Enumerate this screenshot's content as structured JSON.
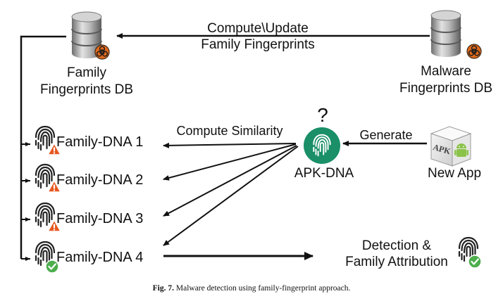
{
  "nodes": {
    "family_db": {
      "label_lines": [
        "Family",
        "Fingerprints DB"
      ]
    },
    "malware_db": {
      "label_lines": [
        "Malware",
        "Fingerprints DB"
      ]
    },
    "apk_dna": {
      "label": "APK-DNA",
      "question_mark": "?"
    },
    "new_app": {
      "label": "New App",
      "box_text": "APK"
    },
    "family_dna": [
      {
        "label": "Family-DNA 1",
        "badge": "warning"
      },
      {
        "label": "Family-DNA 2",
        "badge": "warning"
      },
      {
        "label": "Family-DNA 3",
        "badge": "warning"
      },
      {
        "label": "Family-DNA 4",
        "badge": "check"
      }
    ],
    "result": {
      "label_lines": [
        "Detection &",
        "Family Attribution"
      ]
    }
  },
  "edges": {
    "compute_update": [
      "Compute\\Update",
      "Family Fingerprints"
    ],
    "compute_similarity": "Compute Similarity",
    "generate": "Generate"
  },
  "caption": {
    "prefix": "Fig. 7.",
    "text": " Malware detection using family-fingerprint approach."
  },
  "colors": {
    "apk_dna_circle": "#1a8f68",
    "warning": "#e8571f",
    "check": "#4cae4c",
    "hazard": "#e06a1b",
    "android": "#8bc34a"
  }
}
